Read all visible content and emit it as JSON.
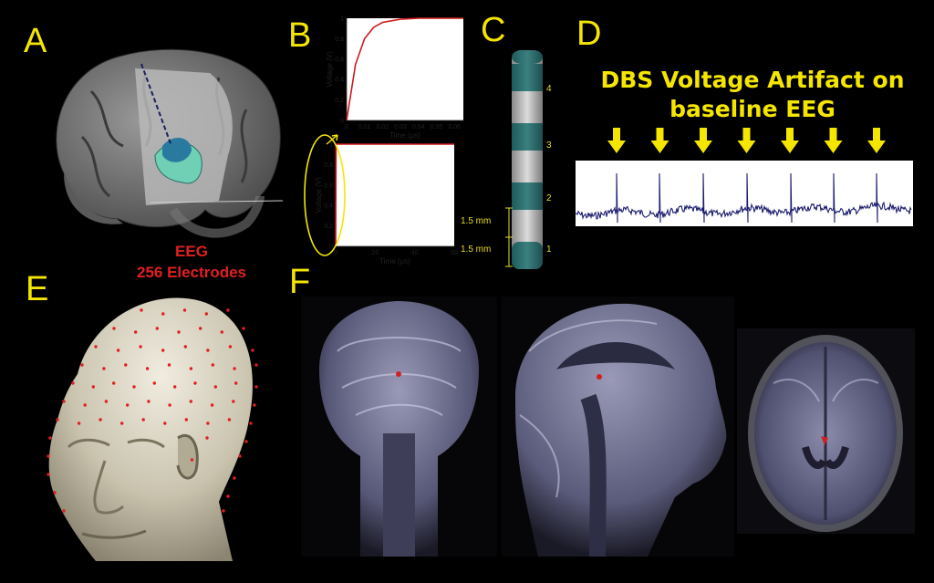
{
  "panels": {
    "a": "A",
    "b": "B",
    "c": "C",
    "d": "D",
    "e": "E",
    "f": "F"
  },
  "panel_b": {
    "top_chart": {
      "type": "line",
      "xlabel": "Time (μs)",
      "ylabel": "Voltage (V)",
      "x_ticks": [
        "0",
        "0.01",
        "0.02",
        "0.03",
        "0.04",
        "0.05",
        "0.06"
      ],
      "y_ticks": [
        "0",
        "0.2",
        "0.4",
        "0.6",
        "0.8",
        "1"
      ],
      "xlim": [
        0,
        0.065
      ],
      "ylim": [
        0,
        1
      ],
      "series": [
        {
          "x": [
            0,
            0.005,
            0.01,
            0.015,
            0.02,
            0.03,
            0.04,
            0.05,
            0.065
          ],
          "values": [
            0,
            0.55,
            0.8,
            0.91,
            0.96,
            0.99,
            1.0,
            1.0,
            1.0
          ]
        }
      ],
      "line_color": "#d01818"
    },
    "bottom_chart": {
      "type": "line",
      "xlabel": "Time (μs)",
      "ylabel": "Voltage (V)",
      "x_ticks": [
        "0",
        "20",
        "40",
        "60"
      ],
      "y_ticks": [
        "0",
        "0.2",
        "0.4",
        "0.6",
        "0.8",
        "1"
      ],
      "xlim": [
        0,
        60
      ],
      "ylim": [
        0,
        1
      ],
      "series": [
        {
          "x": [
            0,
            0.2,
            60
          ],
          "values": [
            0,
            1,
            1
          ]
        }
      ],
      "line_color": "#d01818"
    }
  },
  "panel_c": {
    "contacts": [
      "1",
      "2",
      "3",
      "4"
    ],
    "spacing_labels": [
      "1.5 mm",
      "1.5 mm"
    ]
  },
  "panel_d": {
    "title_line1": "DBS Voltage Artifact on",
    "title_line2": "baseline EEG",
    "arrow_count": 7,
    "accent": "#f5e600",
    "trace_color": "#1a1a6e"
  },
  "panel_e": {
    "label_line1": "EEG",
    "label_line2": "256 Electrodes",
    "label_color": "#e0201f"
  },
  "colors": {
    "background": "#000000",
    "letters": "#f5e600"
  }
}
